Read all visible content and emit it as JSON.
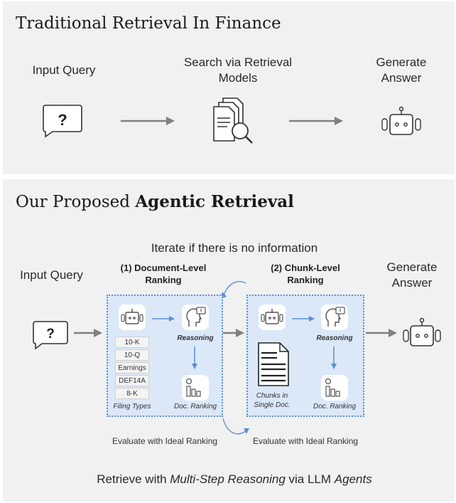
{
  "traditional": {
    "title": "Traditional Retrieval In Finance",
    "input_query": "Input Query",
    "search_label": "Search via Retrieval Models",
    "generate_label": "Generate Answer"
  },
  "agentic": {
    "title_prefix": "Our Proposed ",
    "title_bold": "Agentic Retrieval",
    "iterate_label": "Iterate if there is no information",
    "input_query": "Input Query",
    "generate_label": "Generate Answer",
    "doc_level_title": "(1) Document-Level Ranking",
    "chunk_level_title": "(2) Chunk-Level Ranking",
    "reasoning": "Reasoning",
    "doc_ranking": "Doc. Ranking",
    "filing_types": [
      "10-K",
      "10-Q",
      "Earnings",
      "DEF14A",
      "8-K"
    ],
    "filing_types_caption": "Filing Types",
    "chunks_caption": "Chunks in Single Doc.",
    "evaluate_label": "Evaluate with Ideal Ranking",
    "footer_plain1": "Retrieve with ",
    "footer_italic1": "Multi-Step Reasoning",
    "footer_plain2": " via LLM ",
    "footer_italic2": "Agents",
    "question_mark": "?"
  },
  "colors": {
    "panel_bg": "#f1f1f1",
    "box_bg": "#dbe8f8",
    "box_border": "#5b8fd4",
    "arrow_gray": "#808080",
    "arrow_blue": "#5b8fd4"
  },
  "icons": [
    "question-bubble-icon",
    "document-search-icon",
    "robot-icon",
    "head-thought-icon",
    "ranking-chart-icon",
    "document-lines-icon"
  ]
}
